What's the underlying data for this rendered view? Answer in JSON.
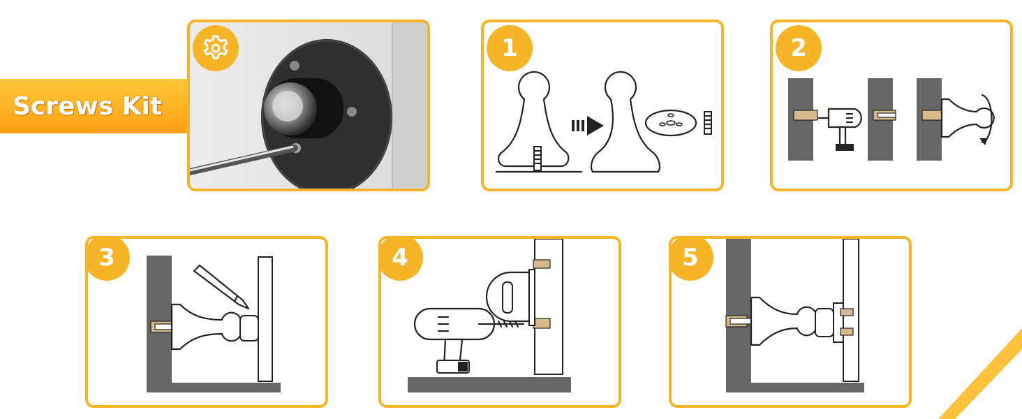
{
  "banner": {
    "label": "Screws Kit"
  },
  "colors": {
    "accent": "#f6b526",
    "wall": "#666666",
    "anchor": "#d8b98e"
  },
  "icons": {
    "kit_badge": "gear-icon"
  },
  "steps": [
    {
      "number": "1"
    },
    {
      "number": "2"
    },
    {
      "number": "3"
    },
    {
      "number": "4"
    },
    {
      "number": "5"
    }
  ]
}
